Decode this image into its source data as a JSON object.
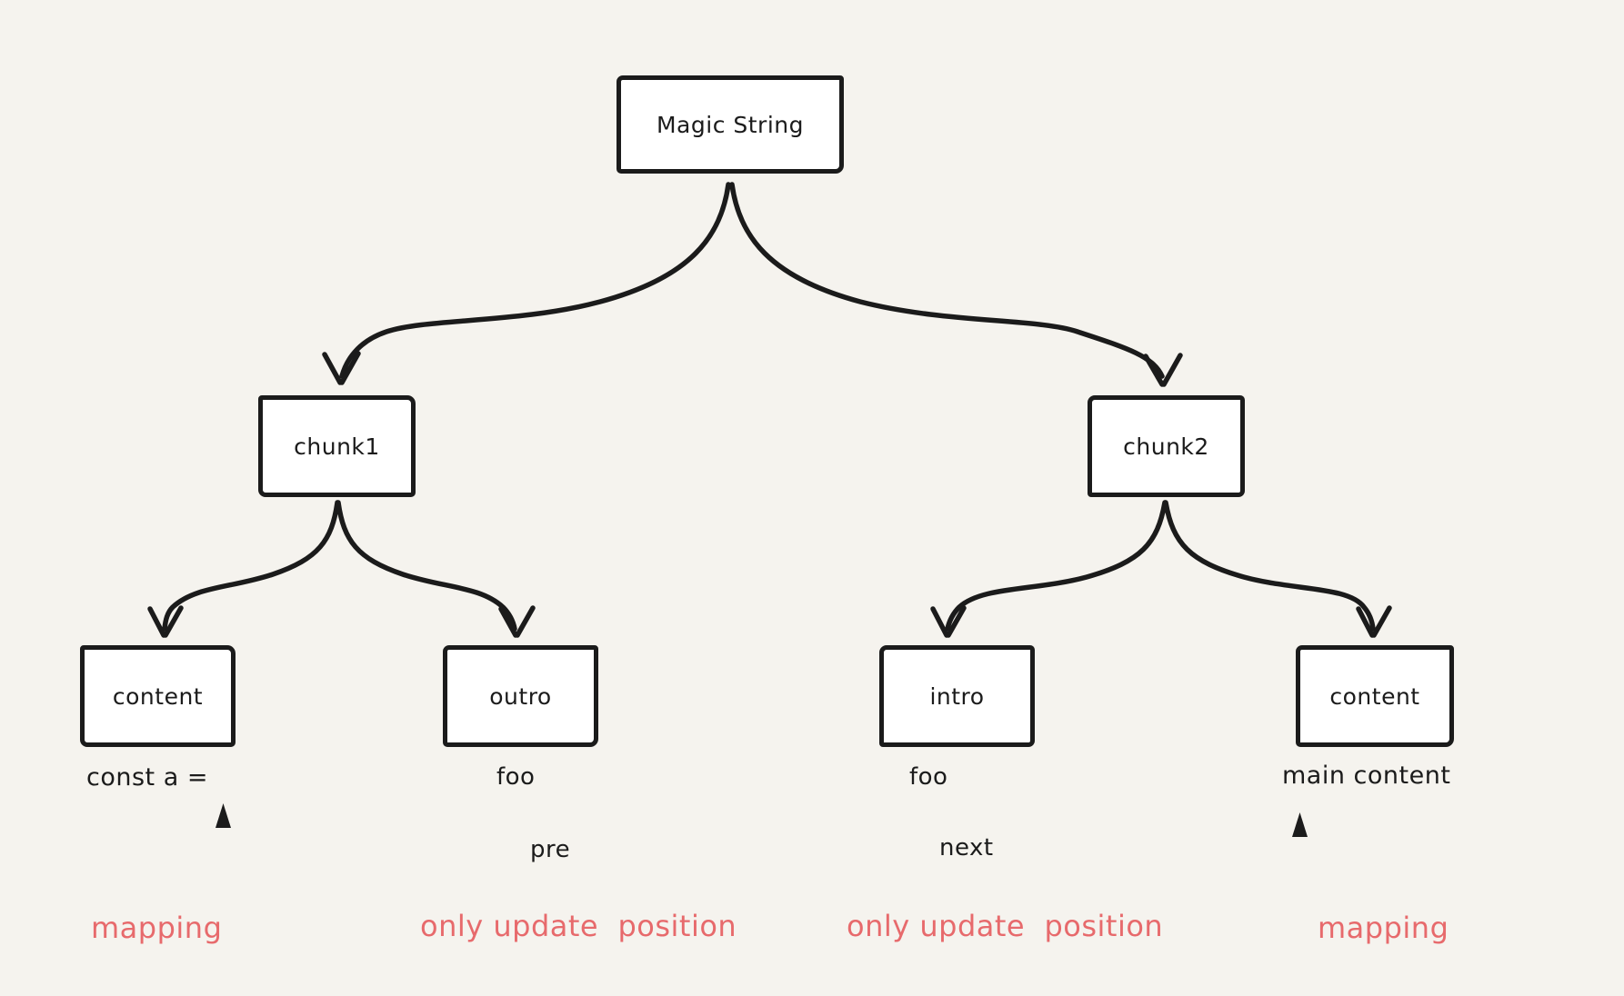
{
  "colors": {
    "background": "#f5f3ee",
    "stroke": "#1b1b1b",
    "accent_red": "#e76a6c",
    "node_fill": "#ffffff"
  },
  "nodes": {
    "root": {
      "label": "Magic String"
    },
    "chunk1": {
      "label": "chunk1"
    },
    "chunk2": {
      "label": "chunk2"
    },
    "chunk1_content": {
      "label": "content"
    },
    "chunk1_outro": {
      "label": "outro"
    },
    "chunk2_intro": {
      "label": "intro"
    },
    "chunk2_content": {
      "label": "content"
    }
  },
  "annotations": {
    "chunk1_content_text": "const a =",
    "chunk1_outro_text": "foo",
    "chunk1_outro_update": "pre",
    "chunk2_intro_text": "foo",
    "chunk2_intro_update": "next",
    "chunk2_content_text": "main content",
    "mapping_left": "mapping",
    "only_update_left": "only update  position",
    "only_update_right": "only update  position",
    "mapping_right": "mapping"
  }
}
